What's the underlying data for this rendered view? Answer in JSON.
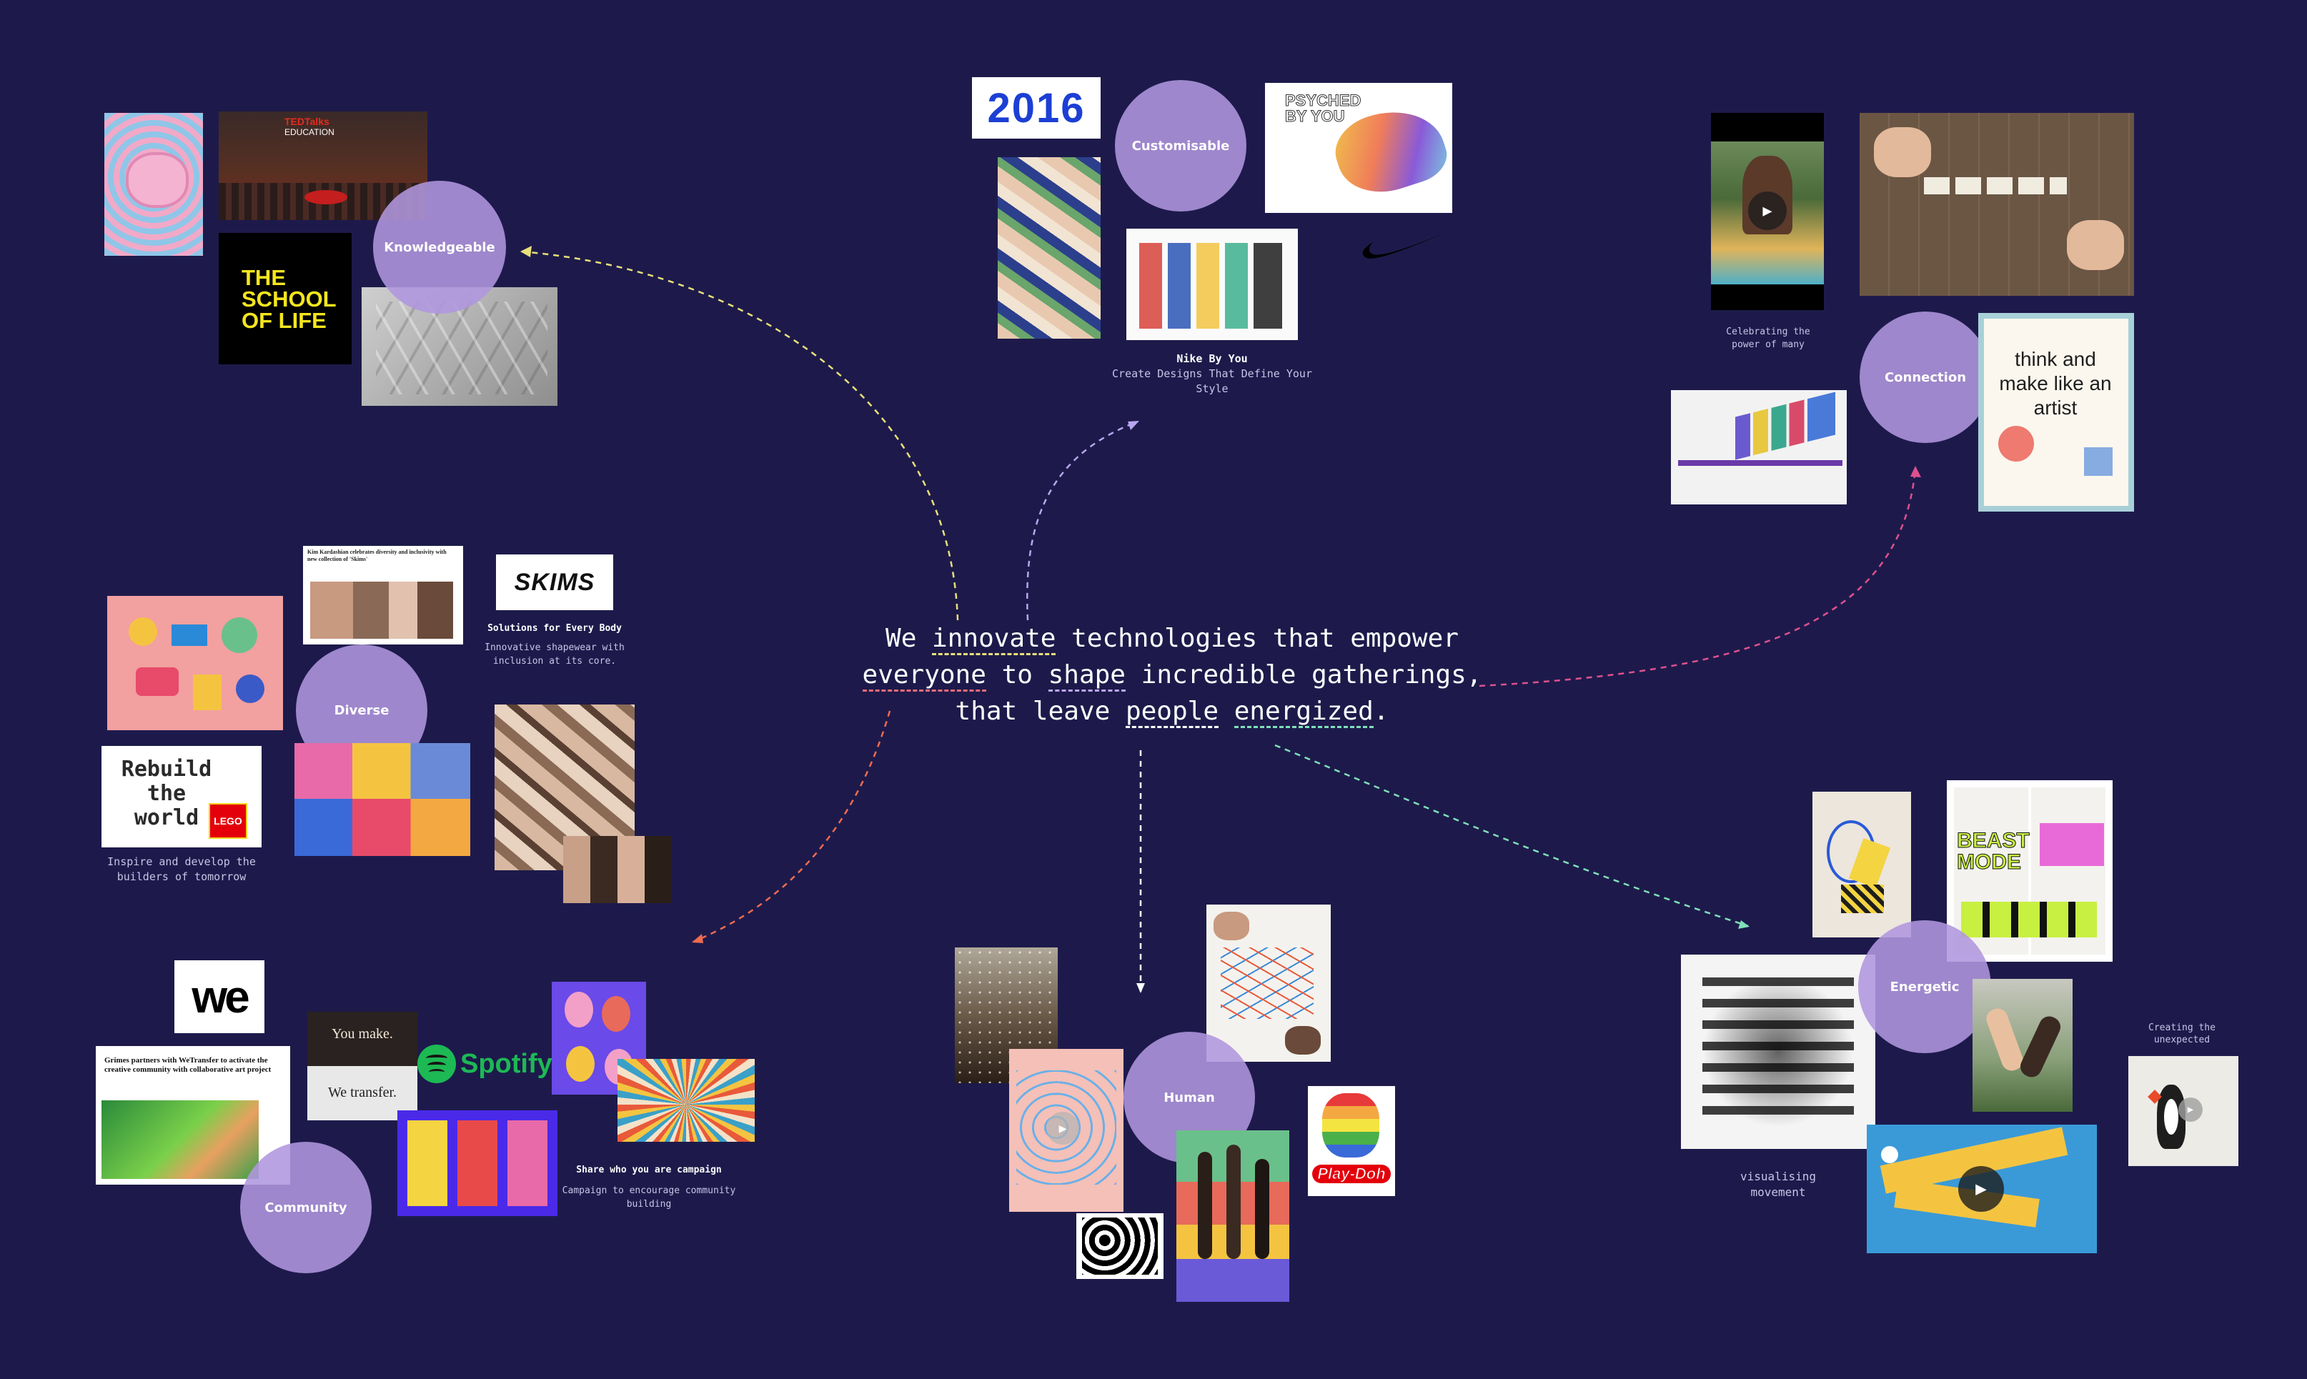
{
  "mission": {
    "line1_pre": "We ",
    "innovate": "innovate",
    "line1_post": " technologies that empower",
    "everyone": "everyone",
    "to": " to ",
    "shape": "shape",
    "line2_post": " incredible gatherings,",
    "line3_pre": "that leave ",
    "people": "people",
    "space": " ",
    "energized": "energized",
    "period": "."
  },
  "nodes": {
    "knowledgeable": "Knowledgeable",
    "customisable": "Customisable",
    "connection": "Connection",
    "diverse": "Diverse",
    "community": "Community",
    "human": "Human",
    "energetic": "Energetic"
  },
  "tiles": {
    "ted_line1": "TEDTalks",
    "ted_line2": "EDUCATION",
    "school_of_life": "THE SCHOOL OF LIFE",
    "year_2016": "2016",
    "psyched": "PSYCHED BY YOU",
    "skims_logo": "SKIMS",
    "kim_headline": "Kim Kardashian celebrates diversity and inclusivity with new collection of 'Skims'",
    "lego_text": "Rebuild the world",
    "lego_logo": "LEGO",
    "we_logo": "we",
    "grimes_headline": "Grimes partners with WeTransfer to activate the creative community with collaborative art project",
    "you_make": "You make.",
    "we_transfer": "We transfer.",
    "spotify": "Spotify",
    "playdoh": "Play-Doh",
    "think_make": "think and make like an artist",
    "beast_mode": "BEAST MODE"
  },
  "captions": {
    "nike_title": "Nike By You",
    "nike_sub": "Create Designs That Define Your Style",
    "celebrating": "Celebrating the power of many",
    "skims_title": "Solutions for Every Body",
    "skims_sub": "Innovative shapewear with inclusion at its core.",
    "lego_caption": "Inspire and develop the builders of tomorrow",
    "spotify_title": "Share who you are campaign",
    "spotify_sub": "Campaign to encourage community building",
    "visualising": "visualising movement",
    "unexpected": "Creating the unexpected"
  },
  "colors": {
    "background": "#1d1a4b",
    "bubble": "#b096de",
    "link_yellow": "#e8e07a",
    "link_purple": "#b9a6ee",
    "link_pink": "#e0508f",
    "link_red": "#ef6b50",
    "link_white": "#ffffff",
    "link_green": "#7fe0b8"
  },
  "icons": [
    "play-icon",
    "nike-swoosh-icon",
    "spotify-logo-icon"
  ]
}
